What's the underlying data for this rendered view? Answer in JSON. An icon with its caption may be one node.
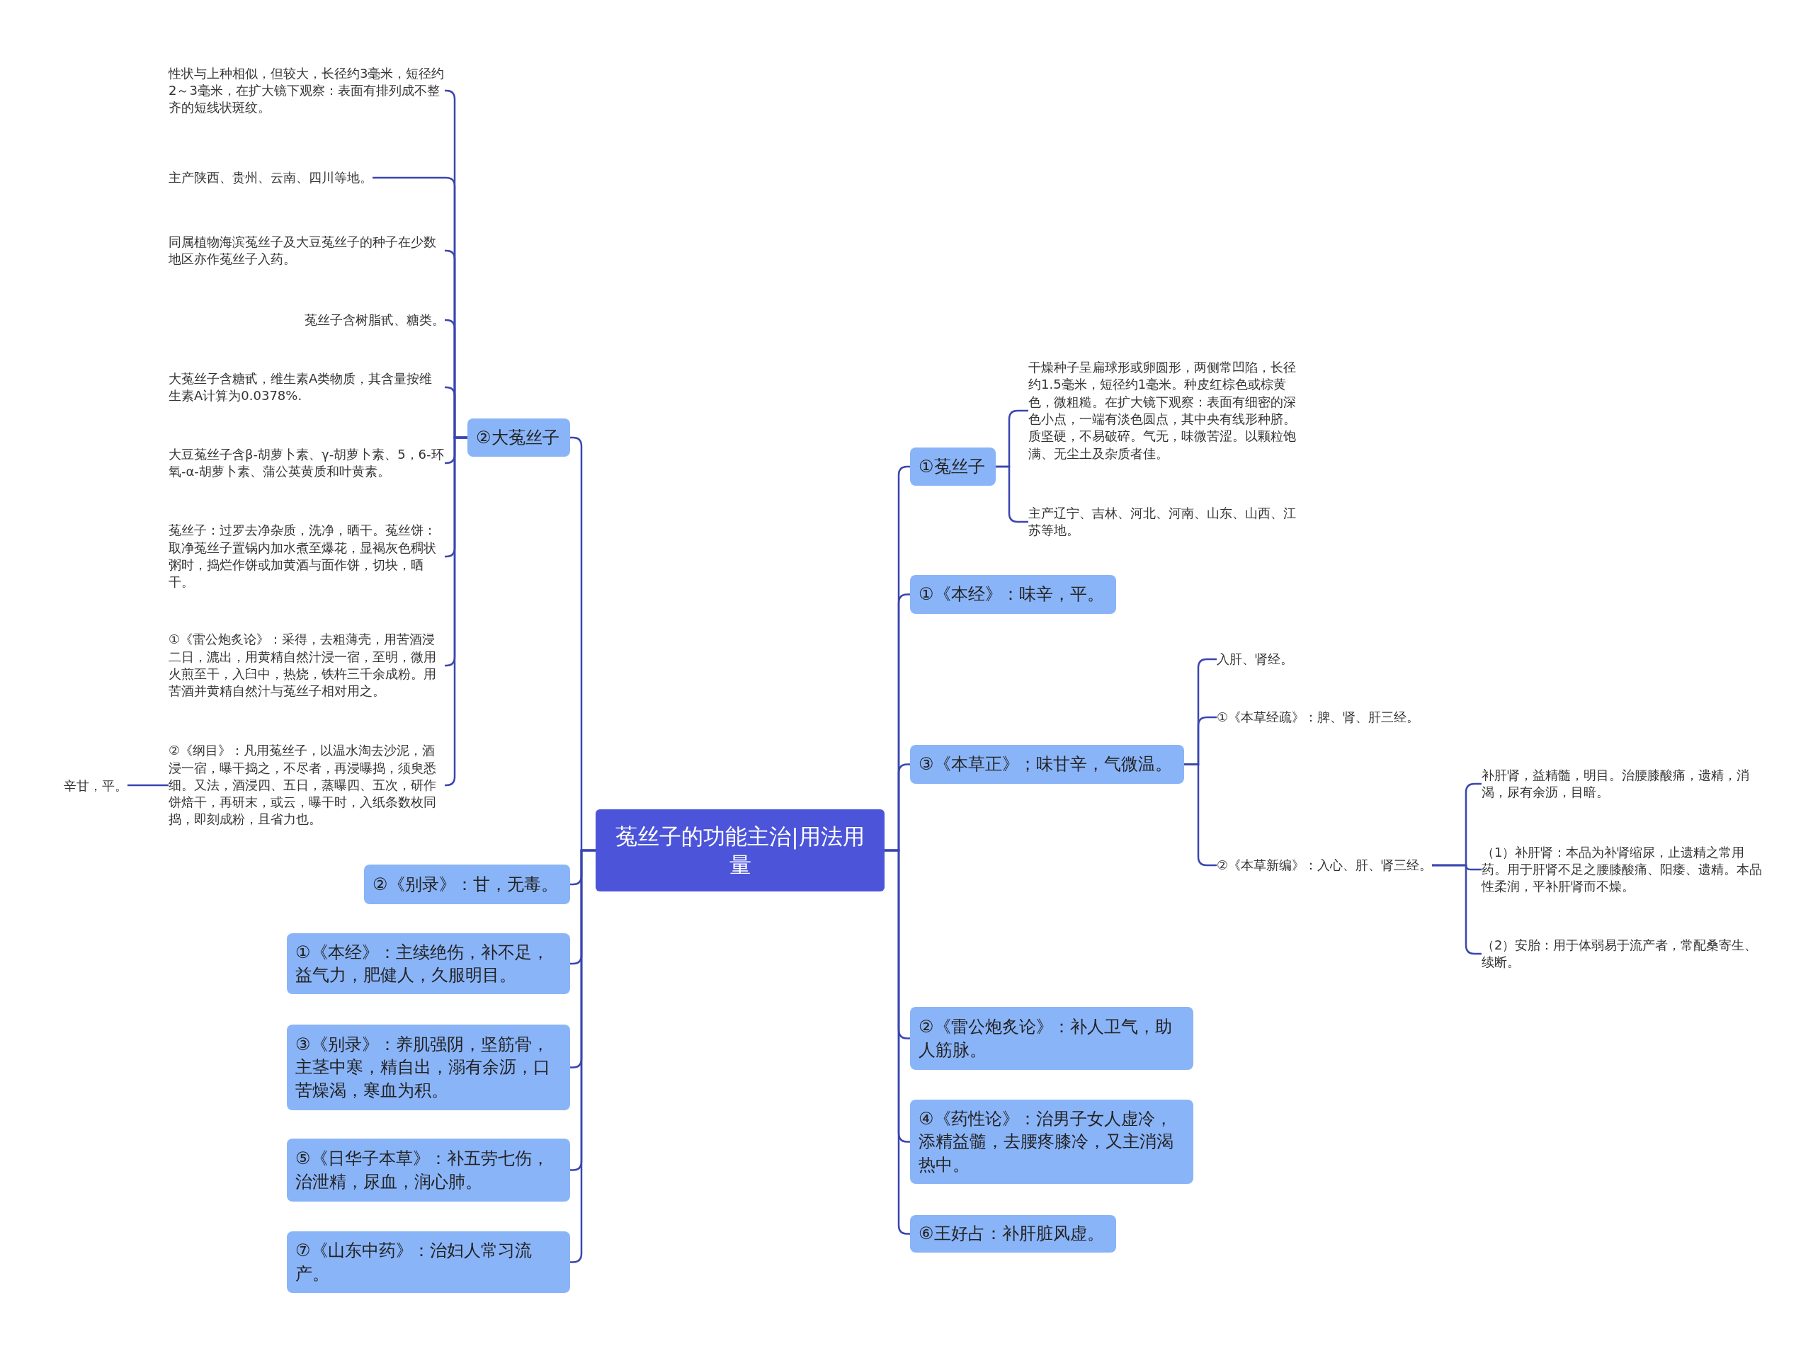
{
  "diagram": {
    "nodes": [
      {
        "text": [
          "菟丝子的功能主治|用法用量"
        ]
      },
      {
        "text": [
          "②大菟丝子"
        ]
      },
      {
        "text": [
          "性状与上种相似，但较大，长径约3毫米，短径约2～3毫米，在扩大镜下观察：表面有排列成不整齐的短线状斑纹。"
        ]
      },
      {
        "text": [
          "主产陕西、贵州、云南、四川等地。"
        ]
      },
      {
        "text": [
          "同属植物海滨菟丝子及大豆菟丝子的种子在少数地区亦作菟丝子入药。"
        ]
      },
      {
        "text": [
          "菟丝子含树脂甙、糖类。"
        ]
      },
      {
        "text": [
          "大菟丝子含糖甙，维生素A类物质，其含量按维生素A计算为0.0378%."
        ]
      },
      {
        "text": [
          "大豆菟丝子含β-胡萝卜素、γ-胡萝卜素、5，6-环氧-α-胡萝卜素、蒲公英黄质和叶黄素。"
        ]
      },
      {
        "text": [
          "菟丝子：过罗去净杂质，洗净，晒干。菟丝饼：取净菟丝子置锅内加水煮至爆花，显褐灰色稠状粥时，捣烂作饼或加黄酒与面作饼，切块，晒干。"
        ]
      },
      {
        "text": [
          "①《雷公炮炙论》：采得，去粗薄壳，用苦酒浸二日，漉出，用黄精自然汁浸一宿，至明，微用火煎至干，入臼中，热烧，铁杵三千余成粉。用苦酒并黄精自然汁与菟丝子相对用之。"
        ]
      },
      {
        "text": [
          "②《纲目》：凡用菟丝子，以温水淘去沙泥，酒浸一宿，曝干捣之，不尽者，再浸曝捣，须臾悉细。又法，酒浸四、五日，蒸曝四、五次，研作饼焙干，再研末，或云，曝干时，入纸条数枚同捣，即刻成粉，且省力也。"
        ]
      },
      {
        "text": [
          "辛甘，平。"
        ]
      },
      {
        "text": [
          "②《别录》：甘，无毒。"
        ]
      },
      {
        "text": [
          "①《本经》：主续绝伤，补不足，益气力，肥健人，久服明目。"
        ]
      },
      {
        "text": [
          "③《别录》：养肌强阴，坚筋骨，主茎中寒，精自出，溺有余沥，口苦燥渴，寒血为积。"
        ]
      },
      {
        "text": [
          "⑤《日华子本草》：补五劳七伤，治泄精，尿血，润心肺。"
        ]
      },
      {
        "text": [
          "⑦《山东中药》：治妇人常习流产。"
        ]
      },
      {
        "text": [
          "①菟丝子"
        ]
      },
      {
        "text": [
          "干燥种子呈扁球形或卵圆形，两侧常凹陷，长径约1.5毫米，短径约1毫米。种皮红棕色或棕黄色，微粗糙。在扩大镜下观察：表面有细密的深色小点，一端有淡色圆点，其中央有线形种脐。质坚硬，不易破碎。气无，味微苦涩。以颗粒饱满、无尘土及杂质者佳。"
        ]
      },
      {
        "text": [
          "主产辽宁、吉林、河北、河南、山东、山西、江苏等地。"
        ]
      },
      {
        "text": [
          "①《本经》：味辛，平。"
        ]
      },
      {
        "text": [
          "③《本草正》；味甘辛，气微温。"
        ]
      },
      {
        "text": [
          "入肝、肾经。"
        ]
      },
      {
        "text": [
          "①《本草经疏》：脾、肾、肝三经。"
        ]
      },
      {
        "text": [
          "②《本草新编》：入心、肝、肾三经。"
        ]
      },
      {
        "text": [
          "补肝肾，益精髓，明目。治腰膝酸痛，遗精，消渴，尿有余沥，目暗。"
        ]
      },
      {
        "text": [
          "（1）补肝肾：本品为补肾缩尿，止遗精之常用药。用于肝肾不足之腰膝酸痛、阳痿、遗精。本品性柔润，平补肝肾而不燥。"
        ]
      },
      {
        "text": [
          "（2）安胎：用于体弱易于流产者，常配桑寄生、续断。"
        ]
      },
      {
        "text": [
          "②《雷公炮炙论》：补人卫气，助人筋脉。"
        ]
      },
      {
        "text": [
          "④《药性论》：治男子女人虚冷，添精益髓，去腰疼膝冷，又主消渴热中。"
        ]
      },
      {
        "text": [
          "⑥王好占：补肝脏风虚。"
        ]
      }
    ],
    "edges": [
      {
        "from": 0,
        "to": 1,
        "arrow": "none"
      },
      {
        "from": 1,
        "to": 2,
        "arrow": "none"
      },
      {
        "from": 1,
        "to": 3,
        "arrow": "none"
      },
      {
        "from": 1,
        "to": 4,
        "arrow": "none"
      },
      {
        "from": 1,
        "to": 5,
        "arrow": "none"
      },
      {
        "from": 1,
        "to": 6,
        "arrow": "none"
      },
      {
        "from": 1,
        "to": 7,
        "arrow": "none"
      },
      {
        "from": 1,
        "to": 8,
        "arrow": "none"
      },
      {
        "from": 1,
        "to": 9,
        "arrow": "none"
      },
      {
        "from": 1,
        "to": 10,
        "arrow": "none"
      },
      {
        "from": 10,
        "to": 11,
        "arrow": "none"
      },
      {
        "from": 0,
        "to": 12,
        "arrow": "none"
      },
      {
        "from": 0,
        "to": 13,
        "arrow": "none"
      },
      {
        "from": 0,
        "to": 14,
        "arrow": "none"
      },
      {
        "from": 0,
        "to": 15,
        "arrow": "none"
      },
      {
        "from": 0,
        "to": 16,
        "arrow": "none"
      },
      {
        "from": 0,
        "to": 17,
        "arrow": "none"
      },
      {
        "from": 17,
        "to": 18,
        "arrow": "none"
      },
      {
        "from": 17,
        "to": 19,
        "arrow": "none"
      },
      {
        "from": 0,
        "to": 20,
        "arrow": "none"
      },
      {
        "from": 0,
        "to": 21,
        "arrow": "none"
      },
      {
        "from": 21,
        "to": 22,
        "arrow": "none"
      },
      {
        "from": 21,
        "to": 23,
        "arrow": "none"
      },
      {
        "from": 21,
        "to": 24,
        "arrow": "none"
      },
      {
        "from": 24,
        "to": 25,
        "arrow": "none"
      },
      {
        "from": 24,
        "to": 26,
        "arrow": "none"
      },
      {
        "from": 24,
        "to": 27,
        "arrow": "none"
      },
      {
        "from": 0,
        "to": 28,
        "arrow": "none"
      },
      {
        "from": 0,
        "to": 29,
        "arrow": "none"
      },
      {
        "from": 0,
        "to": 30,
        "arrow": "none"
      }
    ]
  }
}
